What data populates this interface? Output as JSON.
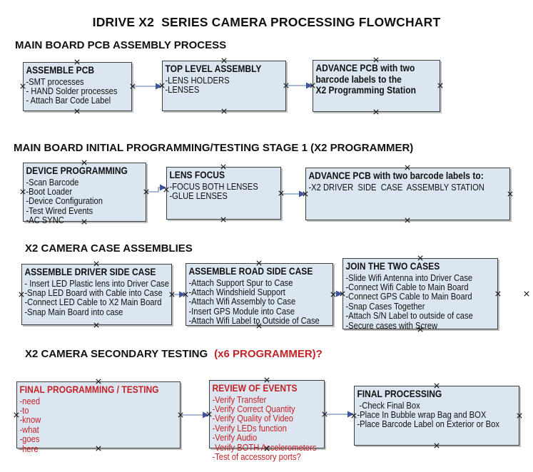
{
  "page_title": "IDRIVE X2  SERIES CAMERA PROCESSING FLOWCHART",
  "colors": {
    "box_fill": "#dce6f1",
    "box_border": "#3f3f3f",
    "red_text": "#c32227",
    "arrow_line": "#8aa2c6",
    "arrow_head": "#3e549d",
    "heading_text": "#111111"
  },
  "sections": [
    {
      "heading": "MAIN BOARD PCB ASSEMBLY PROCESS",
      "boxes": [
        {
          "title": "ASSEMBLE PCB",
          "items": [
            "-SMT processes",
            "- HAND Solder processes",
            "- Attach Bar Code Label"
          ]
        },
        {
          "title": "TOP LEVEL ASSEMBLY",
          "items": [
            "-LENS HOLDERS",
            "-LENSES"
          ]
        },
        {
          "title": "ADVANCE PCB with two\nbarcode labels to the\n X2 Programming Station",
          "items": []
        }
      ]
    },
    {
      "heading": "MAIN BOARD INITIAL PROGRAMMING/TESTING STAGE 1 (X2 PROGRAMMER)",
      "boxes": [
        {
          "title": "DEVICE PROGRAMMING",
          "items": [
            "-Scan Barcode",
            "-Boot Loader",
            "-Device Configuration",
            "-Test Wired Events",
            "-AC SYNC"
          ]
        },
        {
          "title": "LENS FOCUS",
          "items": [
            "-FOCUS BOTH LENSES",
            "-GLUE LENSES"
          ]
        },
        {
          "title": "ADVANCE PCB with two barcode labels to:",
          "items": [
            "-X2 DRIVER  SIDE  CASE  ASSEMBLY STATION"
          ]
        }
      ]
    },
    {
      "heading": "X2 CAMERA CASE ASSEMBLIES",
      "boxes": [
        {
          "title": "ASSEMBLE DRIVER SIDE CASE",
          "items": [
            "- Insert LED Plastic lens into Driver Case",
            "-Snap LED Board with Cable into Case",
            "-Connect LED Cable to X2 Main Board",
            "-Snap Main Board into case"
          ]
        },
        {
          "title": "ASSEMBLE ROAD SIDE CASE",
          "items": [
            "-Attach Support Spur to Case",
            "-Attach Windshield Support",
            "-Attach Wifi Assembly to Case",
            "-Insert GPS Module into Case",
            "-Attach Wifi Label to Outside of Case"
          ]
        },
        {
          "title": "JOIN THE TWO CASES",
          "items": [
            "-Slide Wifi Antenna into Driver Case",
            "-Connect Wifi Cable to Main Board",
            "-Connect GPS Cable to Main Board",
            "-Snap Cases Together",
            "-Attach S/N Label to outside of case",
            "-Secure cases with Screw"
          ]
        }
      ]
    },
    {
      "heading": "X2 CAMERA SECONDARY TESTING",
      "heading_suffix": "(x6 PROGRAMMER)?",
      "boxes": [
        {
          "title": "FINAL PROGRAMMING / TESTING",
          "accent": "red",
          "items": [
            "-need",
            "-to",
            "-know",
            "-what",
            "-goes",
            "-here"
          ]
        },
        {
          "title": "REVIEW OF EVENTS",
          "accent": "red",
          "items": [
            "-Verify Transfer",
            "-Verify Correct Quantity",
            "-Verify Quality of Video",
            "-Verify LEDs function",
            "-Verify Audio",
            "-Verify BOTH Accelerometers",
            "-Test of accessory ports?"
          ]
        },
        {
          "title": "FINAL PROCESSING",
          "items": [
            " -Check Final Box",
            "-Place In Bubble wrap Bag and BOX",
            "-Place Barcode Label on Exterior or Box"
          ]
        }
      ]
    }
  ]
}
